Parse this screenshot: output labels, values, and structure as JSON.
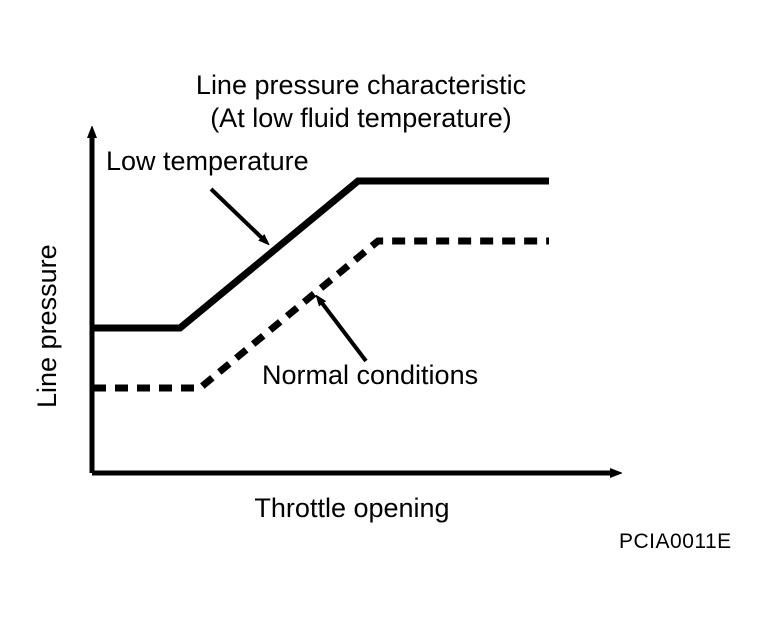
{
  "figure": {
    "title_line1": "Line pressure characteristic",
    "title_line2": "(At low fluid temperature)",
    "code": "PCIA0011E",
    "background_color": "#ffffff",
    "ink_color": "#000000"
  },
  "chart_data": {
    "type": "line",
    "title": "Line pressure characteristic (At low fluid temperature)",
    "xlabel": "Throttle opening",
    "ylabel": "Line pressure",
    "grid": false,
    "legend": "inline-annotations",
    "xlim": [
      0,
      100
    ],
    "ylim": [
      0,
      100
    ],
    "axis_ticks": false,
    "axis_arrows": true,
    "series": [
      {
        "name": "Low temperature",
        "style": "solid",
        "color": "#000000",
        "line_width": 6,
        "x": [
          0,
          16,
          50,
          86
        ],
        "y": [
          41,
          41,
          83,
          83
        ],
        "annotation": {
          "label": "Low temperature",
          "arrow_from_x": 23,
          "arrow_from_y": 81,
          "arrow_to_x": 34,
          "arrow_to_y": 64
        }
      },
      {
        "name": "Normal conditions",
        "style": "dashed",
        "color": "#000000",
        "line_width": 6,
        "dash_pattern": "12 8",
        "x": [
          0,
          20,
          54,
          86
        ],
        "y": [
          24,
          24,
          66,
          66
        ],
        "annotation": {
          "label": "Normal conditions",
          "arrow_from_x": 51,
          "arrow_from_y": 32,
          "arrow_to_x": 42,
          "arrow_to_y": 51
        }
      }
    ]
  },
  "labels": {
    "x_axis": "Throttle opening",
    "y_axis": "Line pressure",
    "low_temperature": "Low temperature",
    "normal_conditions": "Normal conditions"
  }
}
